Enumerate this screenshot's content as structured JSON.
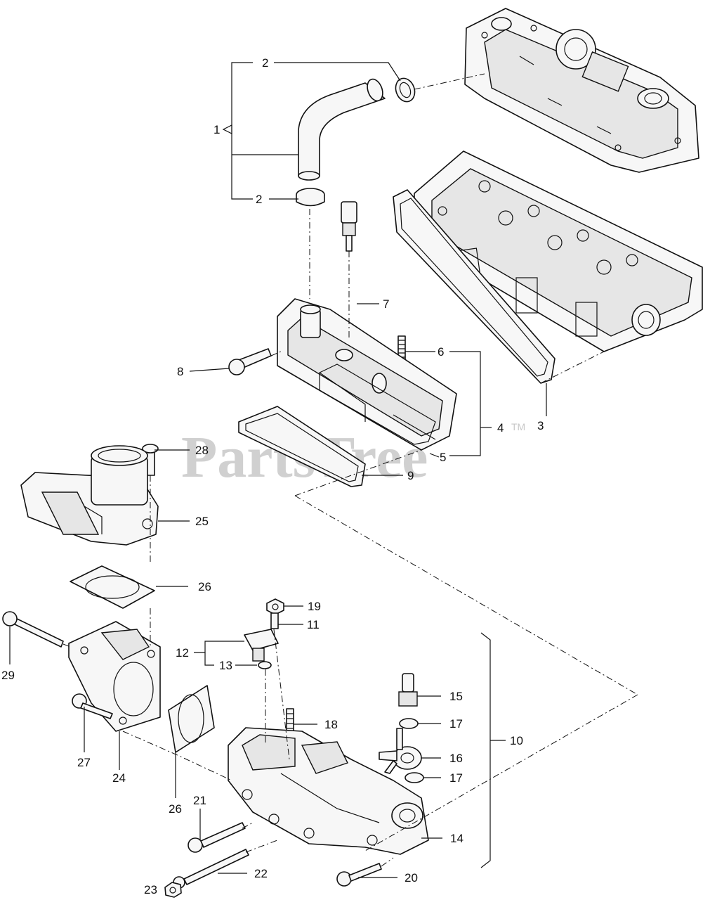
{
  "watermark": {
    "text": "PartsTree",
    "mark": "TM"
  },
  "callouts": {
    "c1": "1",
    "c2a": "2",
    "c2b": "2",
    "c3": "3",
    "c4": "4",
    "c5": "5",
    "c6": "6",
    "c7": "7",
    "c8": "8",
    "c9": "9",
    "c10": "10",
    "c11": "11",
    "c12": "12",
    "c13": "13",
    "c14": "14",
    "c15": "15",
    "c16": "16",
    "c17a": "17",
    "c17b": "17",
    "c18": "18",
    "c19": "19",
    "c20": "20",
    "c21": "21",
    "c22": "22",
    "c23": "23",
    "c24": "24",
    "c25": "25",
    "c26a": "26",
    "c26b": "26",
    "c27": "27",
    "c28": "28",
    "c29": "29"
  }
}
